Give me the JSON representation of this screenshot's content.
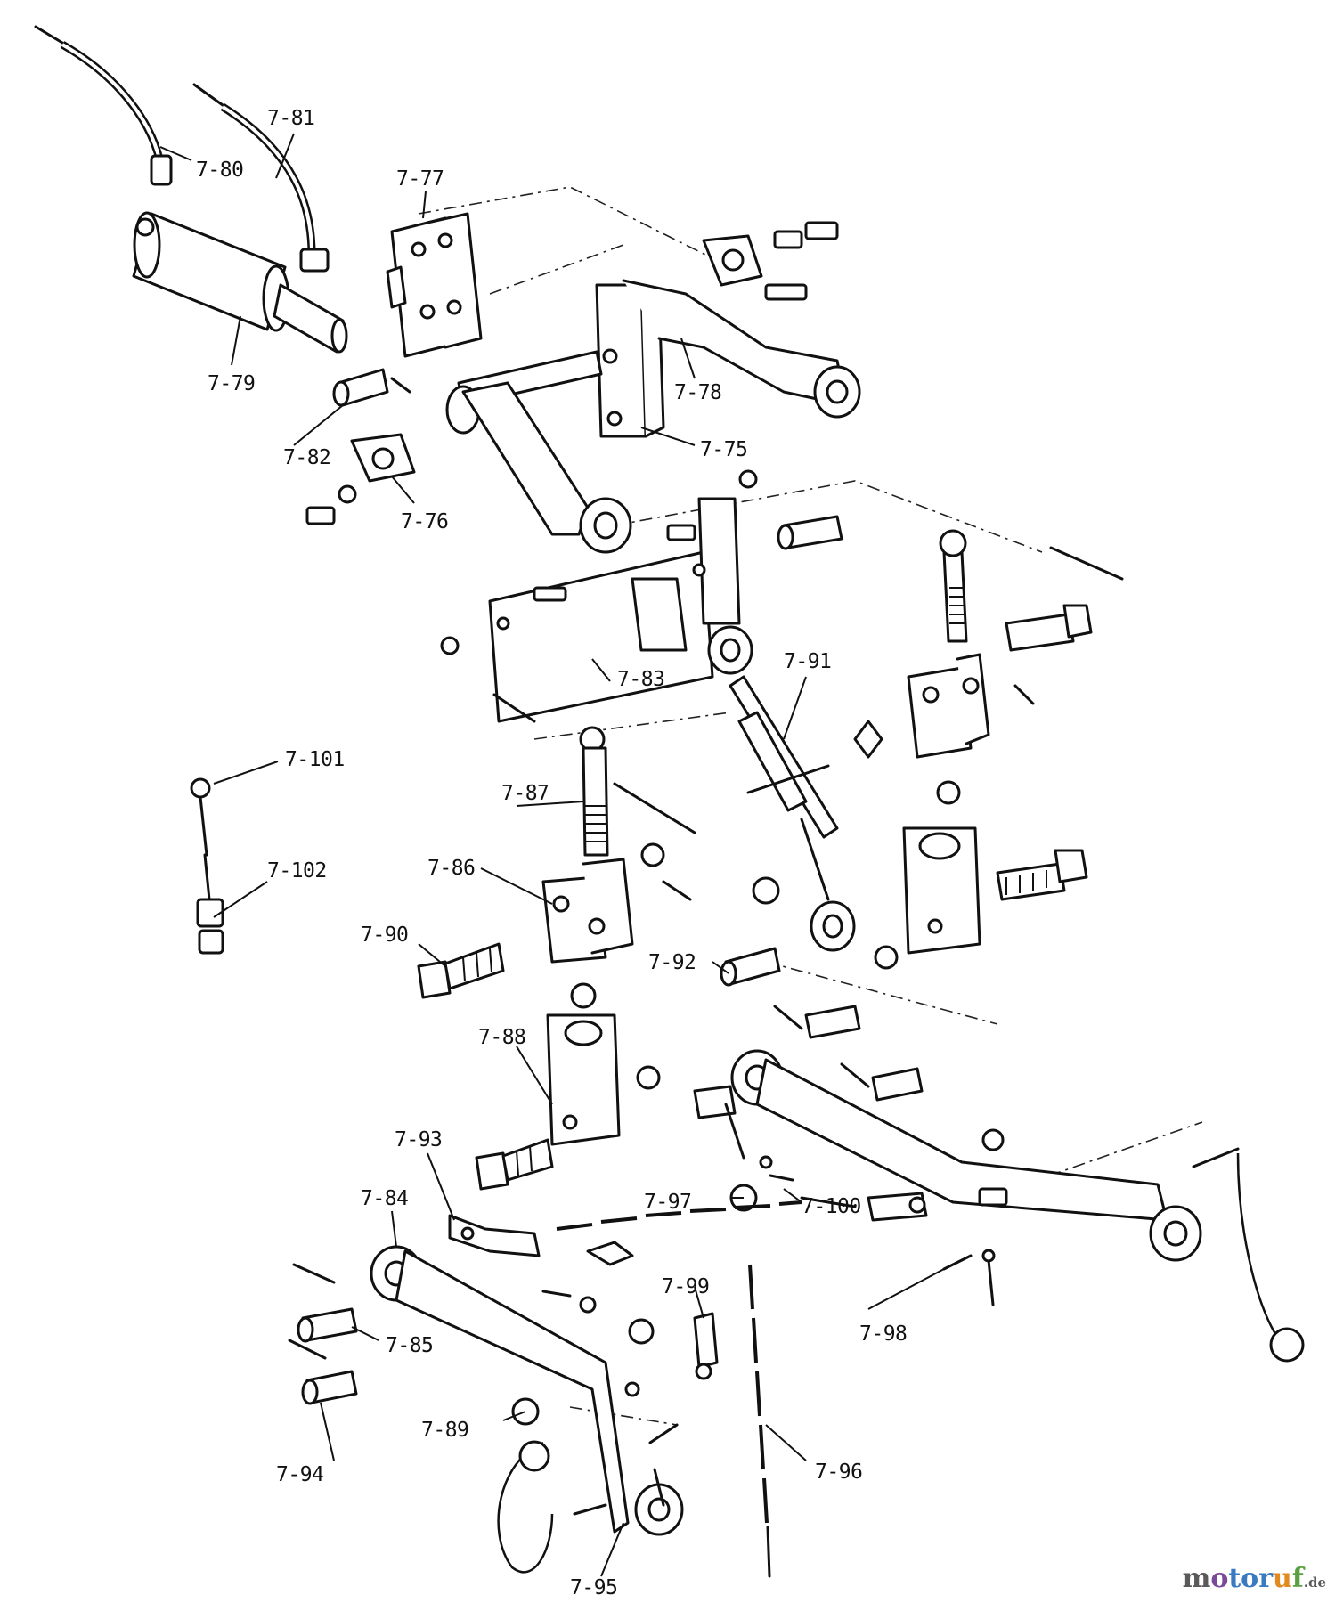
{
  "diagram": {
    "labels": [
      {
        "id": "7-75",
        "text": "7-75"
      },
      {
        "id": "7-76",
        "text": "7-76"
      },
      {
        "id": "7-77",
        "text": "7-77"
      },
      {
        "id": "7-78",
        "text": "7-78"
      },
      {
        "id": "7-79",
        "text": "7-79"
      },
      {
        "id": "7-80",
        "text": "7-80"
      },
      {
        "id": "7-81",
        "text": "7-81"
      },
      {
        "id": "7-82",
        "text": "7-82"
      },
      {
        "id": "7-83",
        "text": "7-83"
      },
      {
        "id": "7-84",
        "text": "7-84"
      },
      {
        "id": "7-85",
        "text": "7-85"
      },
      {
        "id": "7-86",
        "text": "7-86"
      },
      {
        "id": "7-87",
        "text": "7-87"
      },
      {
        "id": "7-88",
        "text": "7-88"
      },
      {
        "id": "7-89",
        "text": "7-89"
      },
      {
        "id": "7-90",
        "text": "7-90"
      },
      {
        "id": "7-91",
        "text": "7-91"
      },
      {
        "id": "7-92",
        "text": "7-92"
      },
      {
        "id": "7-93",
        "text": "7-93"
      },
      {
        "id": "7-94",
        "text": "7-94"
      },
      {
        "id": "7-95",
        "text": "7-95"
      },
      {
        "id": "7-96",
        "text": "7-96"
      },
      {
        "id": "7-97",
        "text": "7-97"
      },
      {
        "id": "7-98",
        "text": "7-98"
      },
      {
        "id": "7-99",
        "text": "7-99"
      },
      {
        "id": "7-100",
        "text": "7-100"
      },
      {
        "id": "7-101",
        "text": "7-101"
      },
      {
        "id": "7-102",
        "text": "7-102"
      }
    ]
  },
  "watermark": {
    "part1": "m",
    "part2": "o",
    "part3": "tor",
    "part4": "u",
    "part5": "f",
    "part6": ".de"
  }
}
